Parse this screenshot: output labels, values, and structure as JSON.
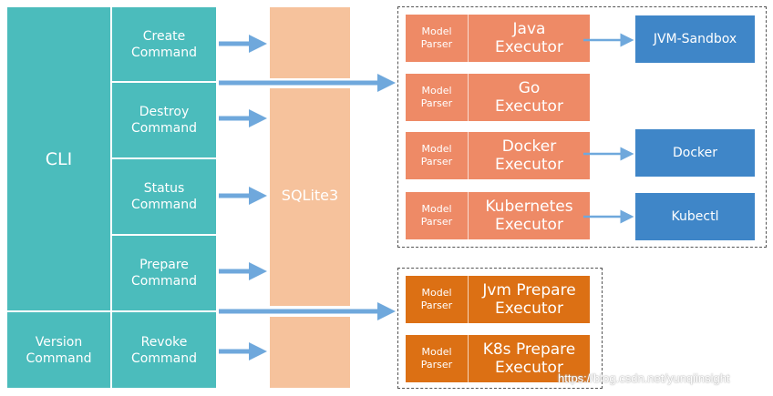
{
  "cli": {
    "label": "CLI"
  },
  "commands": {
    "create": "Create\nCommand",
    "destroy": "Destroy\nCommand",
    "status": "Status\nCommand",
    "prepare": "Prepare\nCommand",
    "version": "Version\nCommand",
    "revoke": "Revoke\nCommand"
  },
  "database": {
    "label": "SQLite3"
  },
  "executors": [
    {
      "parser": "Model\nParser",
      "name": "Java\nExecutor"
    },
    {
      "parser": "Model\nParser",
      "name": "Go\nExecutor"
    },
    {
      "parser": "Model\nParser",
      "name": "Docker\nExecutor"
    },
    {
      "parser": "Model\nParser",
      "name": "Kubernetes\nExecutor"
    }
  ],
  "prepare_executors": [
    {
      "parser": "Model\nParser",
      "name": "Jvm Prepare\nExecutor"
    },
    {
      "parser": "Model\nParser",
      "name": "K8s Prepare\nExecutor"
    }
  ],
  "targets": {
    "jvm": "JVM-Sandbox",
    "docker": "Docker",
    "kubectl": "Kubectl"
  },
  "watermark": "https://blog.csdn.net/yunqiinsight",
  "colors": {
    "cli": "#4bbcbc",
    "sqlite": "#f6c29c",
    "executor": "#ee8a66",
    "prepare_executor": "#dc7014",
    "target": "#3f86c8",
    "arrow": "#6fa8dc"
  }
}
